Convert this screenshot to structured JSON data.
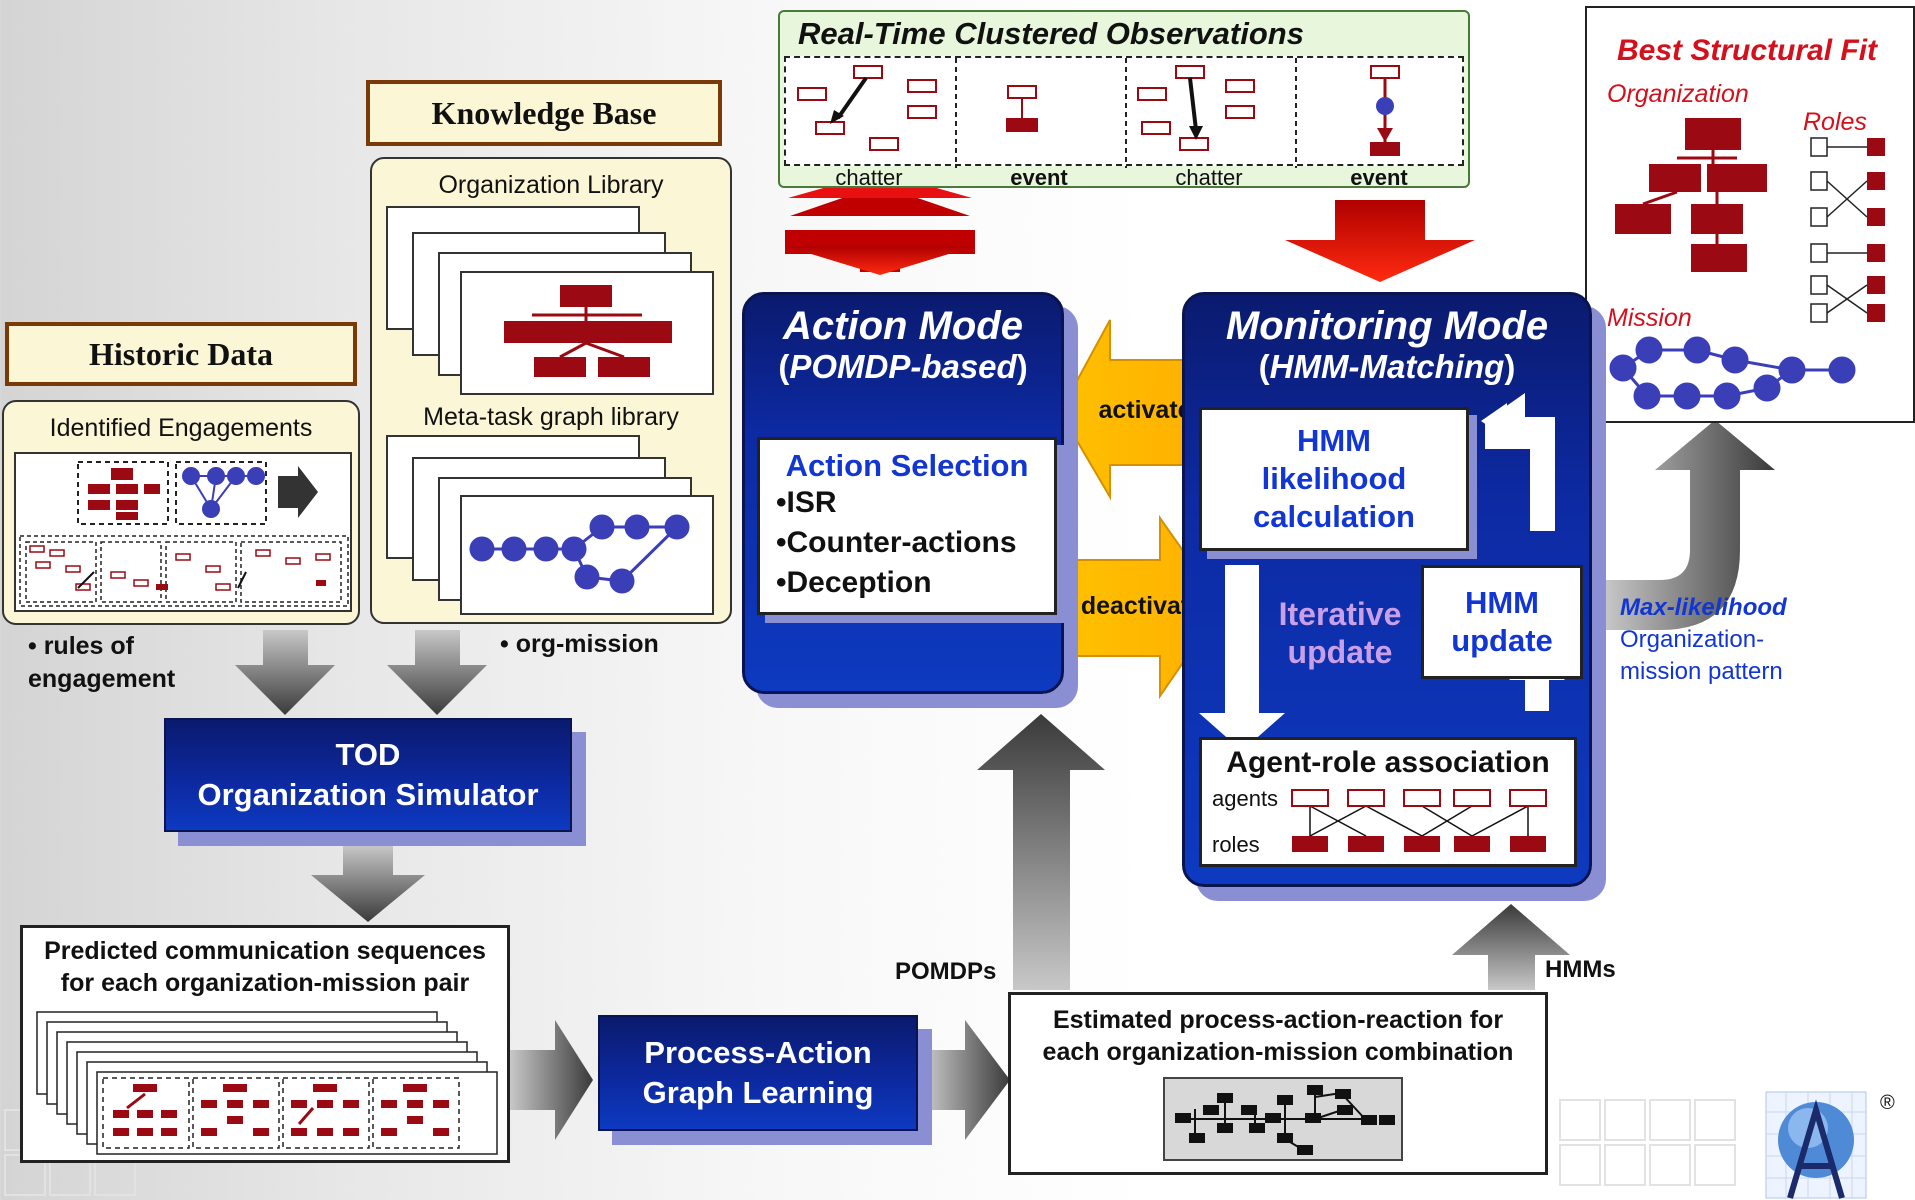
{
  "historic": {
    "title": "Historic Data",
    "panel_title": "Identified Engagements",
    "bullet": "• rules of\n   engagement"
  },
  "knowledge": {
    "title": "Knowledge Base",
    "org_library": "Organization Library",
    "meta_library": "Meta-task graph library",
    "bullet": "• org-mission"
  },
  "observations": {
    "title": "Real-Time Clustered Observations",
    "labels": [
      "chatter",
      "event",
      "chatter",
      "event"
    ]
  },
  "best_fit": {
    "title": "Best Structural Fit",
    "organization": "Organization",
    "roles": "Roles",
    "mission": "Mission"
  },
  "action_mode": {
    "title": "Action Mode",
    "subtitle_open": "(",
    "subtitle_main": "POMDP-based",
    "subtitle_close": ")",
    "selection_title": "Action Selection",
    "items": [
      "•ISR",
      "•Counter-actions",
      "•Deception"
    ]
  },
  "monitoring_mode": {
    "title": "Monitoring Mode",
    "subtitle_open": "(",
    "subtitle_main": "HMM-Matching",
    "subtitle_close": ")",
    "likelihood": "HMM likelihood calculation",
    "iterative": "Iterative update",
    "hmm_update": "HMM update",
    "agent_role": "Agent-role association",
    "agents": "agents",
    "roles": "roles"
  },
  "arrows": {
    "activate": "activate",
    "deactivate": "deactivate",
    "pomdps": "POMDPs",
    "hmms": "HMMs"
  },
  "max_likelihood": {
    "line1": "Max-likelihood",
    "line2": "Organization-",
    "line3": "mission pattern"
  },
  "tod": {
    "line1": "TOD",
    "line2": "Organization Simulator"
  },
  "predicted": {
    "line1": "Predicted communication sequences",
    "line2": "for each organization-mission pair"
  },
  "process_action": {
    "line1": "Process-Action",
    "line2": "Graph Learning"
  },
  "estimated": {
    "line1": "Estimated process-action-reaction for",
    "line2": "each organization-mission combination"
  },
  "logo": {
    "mark": "®"
  },
  "colors": {
    "dark_red": "#9b0a12",
    "navy": "#0d2aa3",
    "blue_node": "#3a3fb8",
    "accent_blue": "#1136d4",
    "red_title": "#d4101c",
    "yellow": "#ffc000"
  }
}
